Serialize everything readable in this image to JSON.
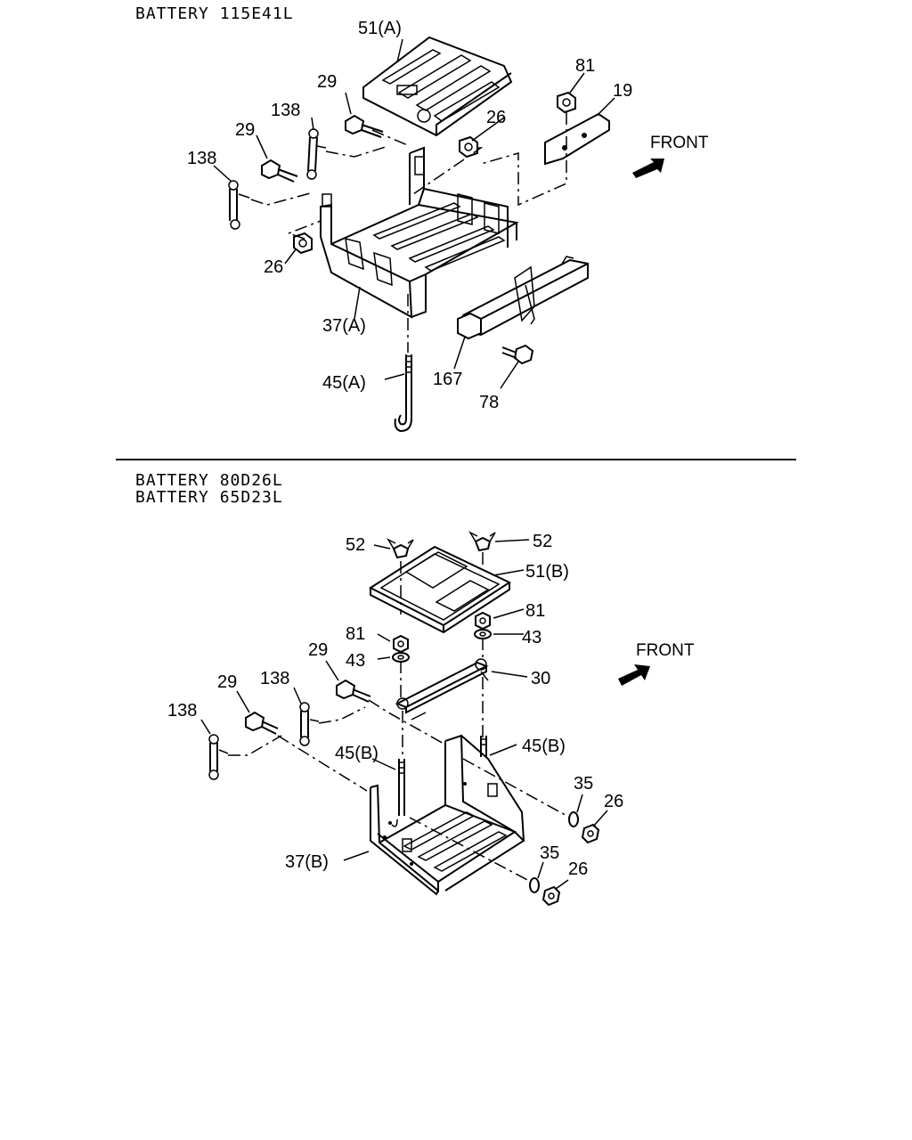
{
  "headers": {
    "top": "BATTERY 115E41L",
    "bottom_1": "BATTERY 80D26L",
    "bottom_2": "BATTERY 65D23L"
  },
  "front_label": "FRONT",
  "callouts_top": {
    "c51a": "51(A)",
    "c29a": "29",
    "c138a": "138",
    "c29b": "29",
    "c138b": "138",
    "c26a": "26",
    "c81": "81",
    "c19": "19",
    "c26b": "26",
    "c37a": "37(A)",
    "c45a": "45(A)",
    "c167": "167",
    "c78": "78"
  },
  "callouts_bottom": {
    "c52a": "52",
    "c52b": "52",
    "c51b": "51(B)",
    "c81a": "81",
    "c81b": "81",
    "c43a": "43",
    "c43b": "43",
    "c29a": "29",
    "c29b": "29",
    "c138a": "138",
    "c138b": "138",
    "c30": "30",
    "c45b_left": "45(B)",
    "c45b_right": "45(B)",
    "c35a": "35",
    "c35b": "35",
    "c26a": "26",
    "c26b": "26",
    "c37b": "37(B)"
  }
}
